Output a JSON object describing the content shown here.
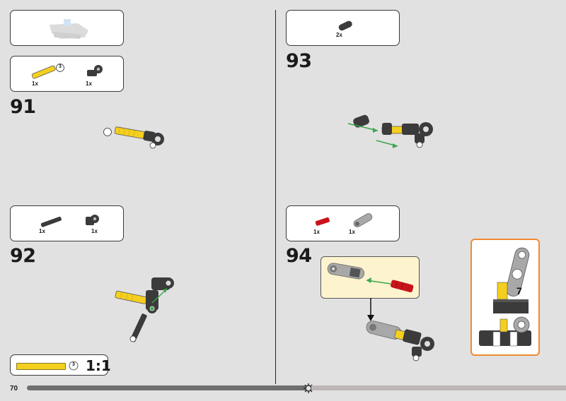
{
  "page": {
    "number": "70"
  },
  "steps": [
    {
      "number": "91",
      "parts": [
        {
          "qty": "1x",
          "badge": "3"
        },
        {
          "qty": "1x"
        }
      ],
      "part_badge": "3"
    },
    {
      "number": "92",
      "parts": [
        {
          "qty": "1x"
        },
        {
          "qty": "1x"
        }
      ]
    },
    {
      "number": "93",
      "parts": [
        {
          "qty": "2x"
        }
      ]
    },
    {
      "number": "94",
      "parts": [
        {
          "qty": "1x"
        },
        {
          "qty": "1x"
        }
      ]
    }
  ],
  "scale_guide": {
    "badge": "3",
    "label": "1:1"
  },
  "zoom_detail": {
    "label": "7"
  },
  "colors": {
    "yellow": "#f5cf1f",
    "dark_grey": "#3b3b3b",
    "light_grey": "#a8a8a8",
    "red": "#c9131b",
    "green": "#3aa54b",
    "orange": "#ef8a32"
  }
}
